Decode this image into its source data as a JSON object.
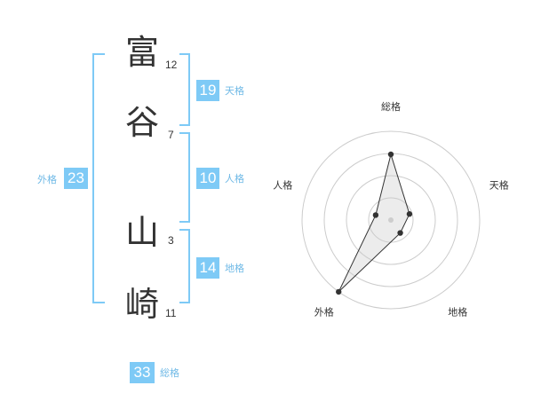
{
  "name": {
    "chars": [
      {
        "char": "富",
        "strokes": "12"
      },
      {
        "char": "谷",
        "strokes": "7"
      },
      {
        "char": "山",
        "strokes": "3"
      },
      {
        "char": "崎",
        "strokes": "11"
      }
    ]
  },
  "grades": {
    "tenkaku": {
      "value": "19",
      "label": "天格"
    },
    "jinkaku": {
      "value": "10",
      "label": "人格"
    },
    "chikaku": {
      "value": "14",
      "label": "地格"
    },
    "gaikaku": {
      "value": "23",
      "label": "外格"
    },
    "soukaku": {
      "value": "33",
      "label": "総格"
    }
  },
  "colors": {
    "accent": "#7ecaf6",
    "label": "#6fb9e6"
  },
  "chart_data": {
    "type": "radar",
    "axes": [
      "総格",
      "天格",
      "地格",
      "外格",
      "人格"
    ],
    "values": [
      0.74,
      0.22,
      0.18,
      1.0,
      0.18
    ],
    "rings": 4
  }
}
